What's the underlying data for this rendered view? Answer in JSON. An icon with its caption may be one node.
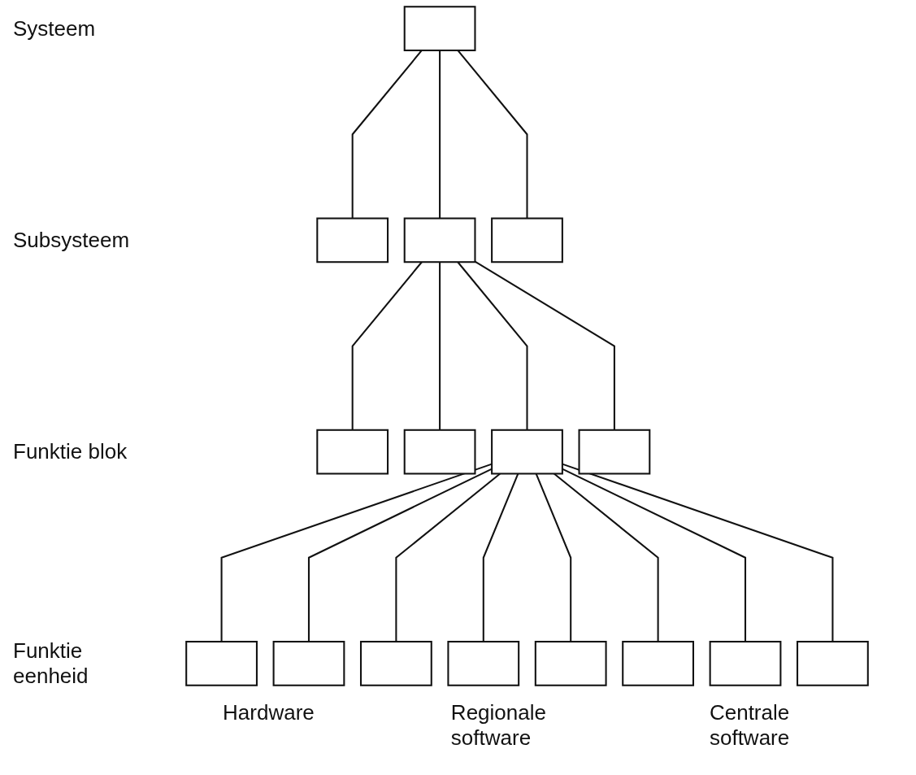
{
  "diagram": {
    "nodes": [
      {
        "text": [],
        "shape": "box"
      },
      {
        "text": [],
        "shape": "box"
      },
      {
        "text": [],
        "shape": "box"
      },
      {
        "text": [],
        "shape": "box"
      },
      {
        "text": [],
        "shape": "box"
      },
      {
        "text": [],
        "shape": "box"
      },
      {
        "text": [],
        "shape": "box"
      },
      {
        "text": [],
        "shape": "box"
      },
      {
        "text": [],
        "shape": "box"
      },
      {
        "text": [],
        "shape": "box"
      },
      {
        "text": [],
        "shape": "box"
      },
      {
        "text": [],
        "shape": "box"
      },
      {
        "text": [],
        "shape": "box"
      },
      {
        "text": [],
        "shape": "box"
      },
      {
        "text": [],
        "shape": "box"
      },
      {
        "text": [],
        "shape": "box"
      }
    ],
    "edges": [
      {
        "from": 0,
        "to": 1,
        "arrow": "none"
      },
      {
        "from": 0,
        "to": 2,
        "arrow": "none"
      },
      {
        "from": 0,
        "to": 3,
        "arrow": "none"
      },
      {
        "from": 2,
        "to": 4,
        "arrow": "none"
      },
      {
        "from": 2,
        "to": 5,
        "arrow": "none"
      },
      {
        "from": 2,
        "to": 6,
        "arrow": "none"
      },
      {
        "from": 2,
        "to": 7,
        "arrow": "none"
      },
      {
        "from": 6,
        "to": 8,
        "arrow": "none"
      },
      {
        "from": 6,
        "to": 9,
        "arrow": "none"
      },
      {
        "from": 6,
        "to": 10,
        "arrow": "none"
      },
      {
        "from": 6,
        "to": 11,
        "arrow": "none"
      },
      {
        "from": 6,
        "to": 12,
        "arrow": "none"
      },
      {
        "from": 6,
        "to": 13,
        "arrow": "none"
      },
      {
        "from": 6,
        "to": 14,
        "arrow": "none"
      },
      {
        "from": 6,
        "to": 15,
        "arrow": "none"
      }
    ],
    "labels": [
      "Systeem",
      "Subsysteem",
      "Funktie blok",
      "Funktie eenheid",
      "Hardware",
      "Regionale software",
      "Centrale software"
    ]
  }
}
